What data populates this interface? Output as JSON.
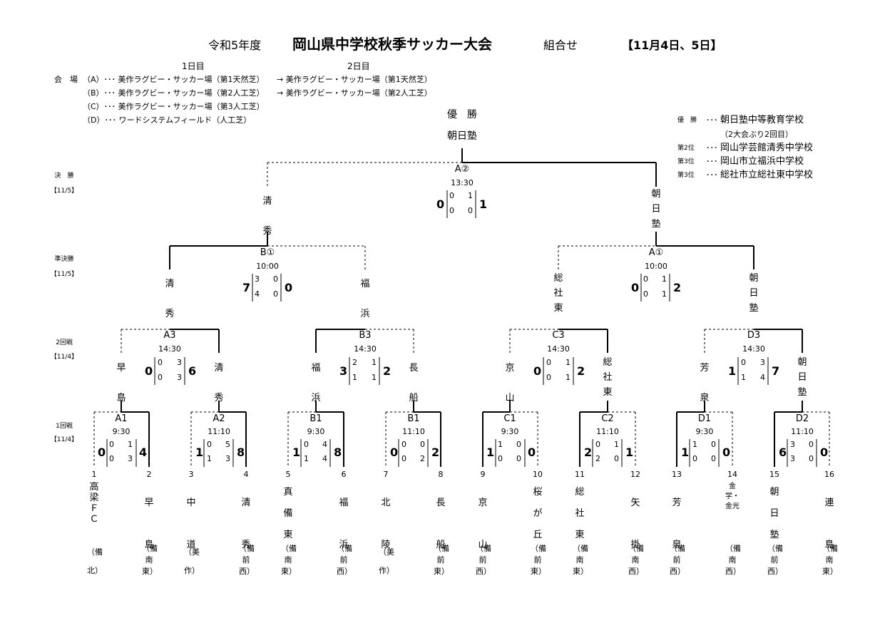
{
  "header": {
    "era": "令和5年度",
    "title": "岡山県中学校秋季サッカー大会",
    "suffix": "組合せ",
    "dates": "【11月4日、5日】"
  },
  "days": {
    "day1": "1日目",
    "day2": "2日目"
  },
  "venues": {
    "label": "会　場",
    "rows": [
      {
        "d1": "（A）･･･ 美作ラグビー・サッカー場（第1天然芝）",
        "d2": "→ 美作ラグビー・サッカー場（第1天然芝）"
      },
      {
        "d1": "（B）･･･ 美作ラグビー・サッカー場（第2人工芝）",
        "d2": "→ 美作ラグビー・サッカー場（第2人工芝）"
      },
      {
        "d1": "（C）･･･ 美作ラグビー・サッカー場（第3人工芝）",
        "d2": ""
      },
      {
        "d1": "（D）･･･ ワードシステムフィールド（人工芝）",
        "d2": ""
      }
    ]
  },
  "results": [
    {
      "rank": "優　勝",
      "sep": "･･･",
      "name": "朝日塾中等教育学校",
      "note": "（2大会ぶり2回目）"
    },
    {
      "rank": "第2位",
      "sep": "･･･",
      "name": "岡山学芸館清秀中学校"
    },
    {
      "rank": "第3位",
      "sep": "･･･",
      "name": "岡山市立福浜中学校"
    },
    {
      "rank": "第3位",
      "sep": "･･･",
      "name": "総社市立総社東中学校"
    }
  ],
  "rounds": [
    {
      "name": "決　勝",
      "date": "【11/5】"
    },
    {
      "name": "準決勝",
      "date": "【11/5】"
    },
    {
      "name": "2回戦",
      "date": "【11/4】"
    },
    {
      "name": "1回戦",
      "date": "【11/4】"
    }
  ],
  "champion": {
    "label": "優　勝",
    "name": "朝日塾"
  },
  "final": {
    "label": "A②",
    "time": "13:30",
    "left": "0",
    "right": "1",
    "h1l": "0",
    "h1r": "1",
    "h2l": "0",
    "h2r": "0",
    "leftName": "清秀",
    "rightName": "朝日塾"
  },
  "semis": [
    {
      "label": "B①",
      "time": "10:00",
      "left": "7",
      "right": "0",
      "h1l": "3",
      "h1r": "0",
      "h2l": "4",
      "h2r": "0",
      "leftName": "清秀",
      "rightName": "福浜"
    },
    {
      "label": "A①",
      "time": "10:00",
      "left": "0",
      "right": "2",
      "h1l": "0",
      "h1r": "1",
      "h2l": "0",
      "h2r": "1",
      "leftName": "総社東",
      "rightName": "朝日塾"
    }
  ],
  "r2": [
    {
      "label": "A3",
      "time": "14:30",
      "left": "0",
      "right": "6",
      "h1l": "0",
      "h1r": "3",
      "h2l": "0",
      "h2r": "3",
      "leftName": "早島",
      "rightName": "清秀"
    },
    {
      "label": "B3",
      "time": "14:30",
      "left": "3",
      "right": "2",
      "h1l": "2",
      "h1r": "1",
      "h2l": "1",
      "h2r": "1",
      "leftName": "福浜",
      "rightName": "長船"
    },
    {
      "label": "C3",
      "time": "14:30",
      "left": "0",
      "right": "2",
      "h1l": "0",
      "h1r": "1",
      "h2l": "0",
      "h2r": "1",
      "leftName": "京山",
      "rightName": "総社東"
    },
    {
      "label": "D3",
      "time": "14:30",
      "left": "1",
      "right": "7",
      "h1l": "0",
      "h1r": "3",
      "h2l": "1",
      "h2r": "4",
      "leftName": "芳泉",
      "rightName": "朝日塾"
    }
  ],
  "r1": [
    {
      "label": "A1",
      "time": "9:30",
      "left": "0",
      "right": "4",
      "h1l": "0",
      "h1r": "1",
      "h2l": "0",
      "h2r": "3"
    },
    {
      "label": "A2",
      "time": "11:10",
      "left": "1",
      "right": "8",
      "h1l": "0",
      "h1r": "5",
      "h2l": "1",
      "h2r": "3"
    },
    {
      "label": "B1",
      "time": "9:30",
      "left": "1",
      "right": "8",
      "h1l": "0",
      "h1r": "4",
      "h2l": "1",
      "h2r": "4"
    },
    {
      "label": "B1",
      "time": "11:10",
      "left": "0",
      "right": "2",
      "h1l": "0",
      "h1r": "0",
      "h2l": "0",
      "h2r": "2"
    },
    {
      "label": "C1",
      "time": "9:30",
      "left": "1",
      "right": "0",
      "h1l": "1",
      "h1r": "0",
      "h2l": "0",
      "h2r": "0"
    },
    {
      "label": "C2",
      "time": "11:10",
      "left": "2",
      "right": "1",
      "h1l": "0",
      "h1r": "1",
      "h2l": "2",
      "h2r": "0"
    },
    {
      "label": "D1",
      "time": "9:30",
      "left": "1",
      "right": "0",
      "h1l": "1",
      "h1r": "0",
      "h2l": "0",
      "h2r": "0"
    },
    {
      "label": "D2",
      "time": "11:10",
      "left": "6",
      "right": "0",
      "h1l": "3",
      "h1r": "0",
      "h2l": "3",
      "h2r": "0"
    }
  ],
  "teams": [
    {
      "no": "1",
      "name": "高梁ＦＣ",
      "region": "（備北）"
    },
    {
      "no": "2",
      "name": "早島",
      "region": "（備南東）"
    },
    {
      "no": "3",
      "name": "中道",
      "region": "（美作）"
    },
    {
      "no": "4",
      "name": "清秀",
      "region": "（備前西）"
    },
    {
      "no": "5",
      "name": "真備東",
      "region": "（備南東）"
    },
    {
      "no": "6",
      "name": "福浜",
      "region": "（備前西）"
    },
    {
      "no": "7",
      "name": "北陵",
      "region": "（美作）"
    },
    {
      "no": "8",
      "name": "長船",
      "region": "（備前東）"
    },
    {
      "no": "9",
      "name": "京山",
      "region": "（備前西）"
    },
    {
      "no": "10",
      "name": "桜が丘",
      "region": "（備前東）"
    },
    {
      "no": "11",
      "name": "総社東",
      "region": "（備南東）"
    },
    {
      "no": "12",
      "name": "矢掛",
      "region": "（備南西）"
    },
    {
      "no": "13",
      "name": "芳泉",
      "region": "（備前西）"
    },
    {
      "no": "14",
      "name": "金学・金光",
      "region": "（備南西）"
    },
    {
      "no": "15",
      "name": "朝日塾",
      "region": "（備前西）"
    },
    {
      "no": "16",
      "name": "連島",
      "region": "（備南東）"
    }
  ]
}
